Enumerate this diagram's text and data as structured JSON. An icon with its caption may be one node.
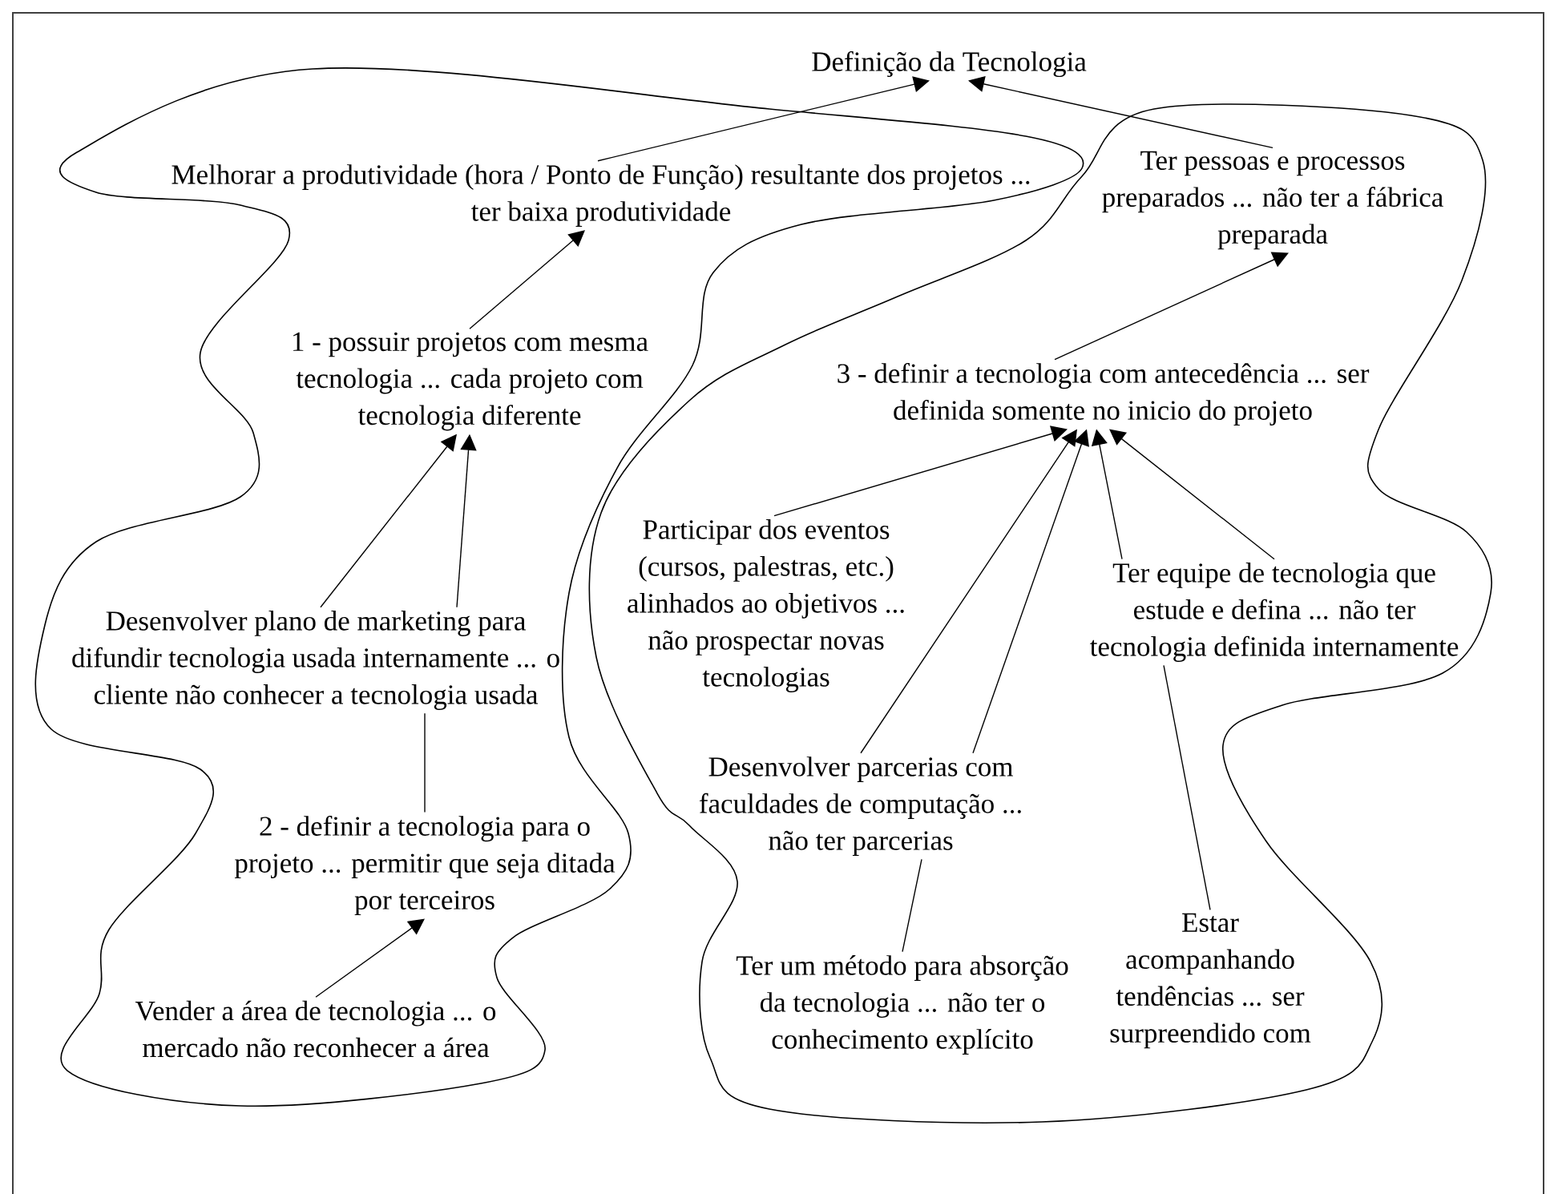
{
  "diagram": {
    "nodes": [
      {
        "text": [
          "Definição da Tecnologia"
        ]
      },
      {
        "text": [
          "Melhorar a produtividade (hora / Ponto de Função) resultante dos projetos ... ter baixa produtividade"
        ]
      },
      {
        "text": [
          "Ter pessoas e processos preparados ... não ter a fábrica preparada"
        ]
      },
      {
        "text": [
          "1 - possuir projetos com mesma tecnologia ... cada projeto com tecnologia diferente"
        ]
      },
      {
        "text": [
          "3 - definir a tecnologia com antecedência ... ser definida somente no inicio do projeto"
        ]
      },
      {
        "text": [
          "Desenvolver plano de marketing para difundir tecnologia usada internamente ... o cliente não conhecer a tecnologia usada"
        ]
      },
      {
        "text": [
          "Participar dos eventos (cursos, palestras, etc.) alinhados ao objetivos ... não prospectar novas tecnologias"
        ]
      },
      {
        "text": [
          "Ter equipe de tecnologia que estude e defina ... não ter tecnologia definida internamente"
        ]
      },
      {
        "text": [
          "2 - definir a tecnologia para o projeto ... permitir que seja ditada por terceiros"
        ]
      },
      {
        "text": [
          "Desenvolver parcerias com faculdades de computação ... não ter parcerias"
        ]
      },
      {
        "text": [
          "Vender a área de tecnologia ... o mercado não reconhecer a área"
        ]
      },
      {
        "text": [
          "Ter um método para absorção da tecnologia ... não ter o conhecimento explícito"
        ]
      },
      {
        "text": [
          "Estar acompanhando tendências ... ser surpreendido com"
        ]
      }
    ],
    "edges": [
      {
        "from": 1,
        "to": 0,
        "arrow": "to"
      },
      {
        "from": 2,
        "to": 0,
        "arrow": "to"
      },
      {
        "from": 3,
        "to": 1,
        "arrow": "to"
      },
      {
        "from": 4,
        "to": 2,
        "arrow": "to"
      },
      {
        "from": 5,
        "to": 3,
        "arrow": "to"
      },
      {
        "from": 5,
        "to": 3,
        "arrow": "to"
      },
      {
        "from": 8,
        "to": 5,
        "arrow": "none"
      },
      {
        "from": 10,
        "to": 8,
        "arrow": "to"
      },
      {
        "from": 6,
        "to": 4,
        "arrow": "to"
      },
      {
        "from": 9,
        "to": 4,
        "arrow": "to"
      },
      {
        "from": 9,
        "to": 4,
        "arrow": "to"
      },
      {
        "from": 7,
        "to": 4,
        "arrow": "to"
      },
      {
        "from": 7,
        "to": 4,
        "arrow": "to"
      },
      {
        "from": 11,
        "to": 9,
        "arrow": "none"
      },
      {
        "from": 12,
        "to": 7,
        "arrow": "none"
      }
    ]
  }
}
